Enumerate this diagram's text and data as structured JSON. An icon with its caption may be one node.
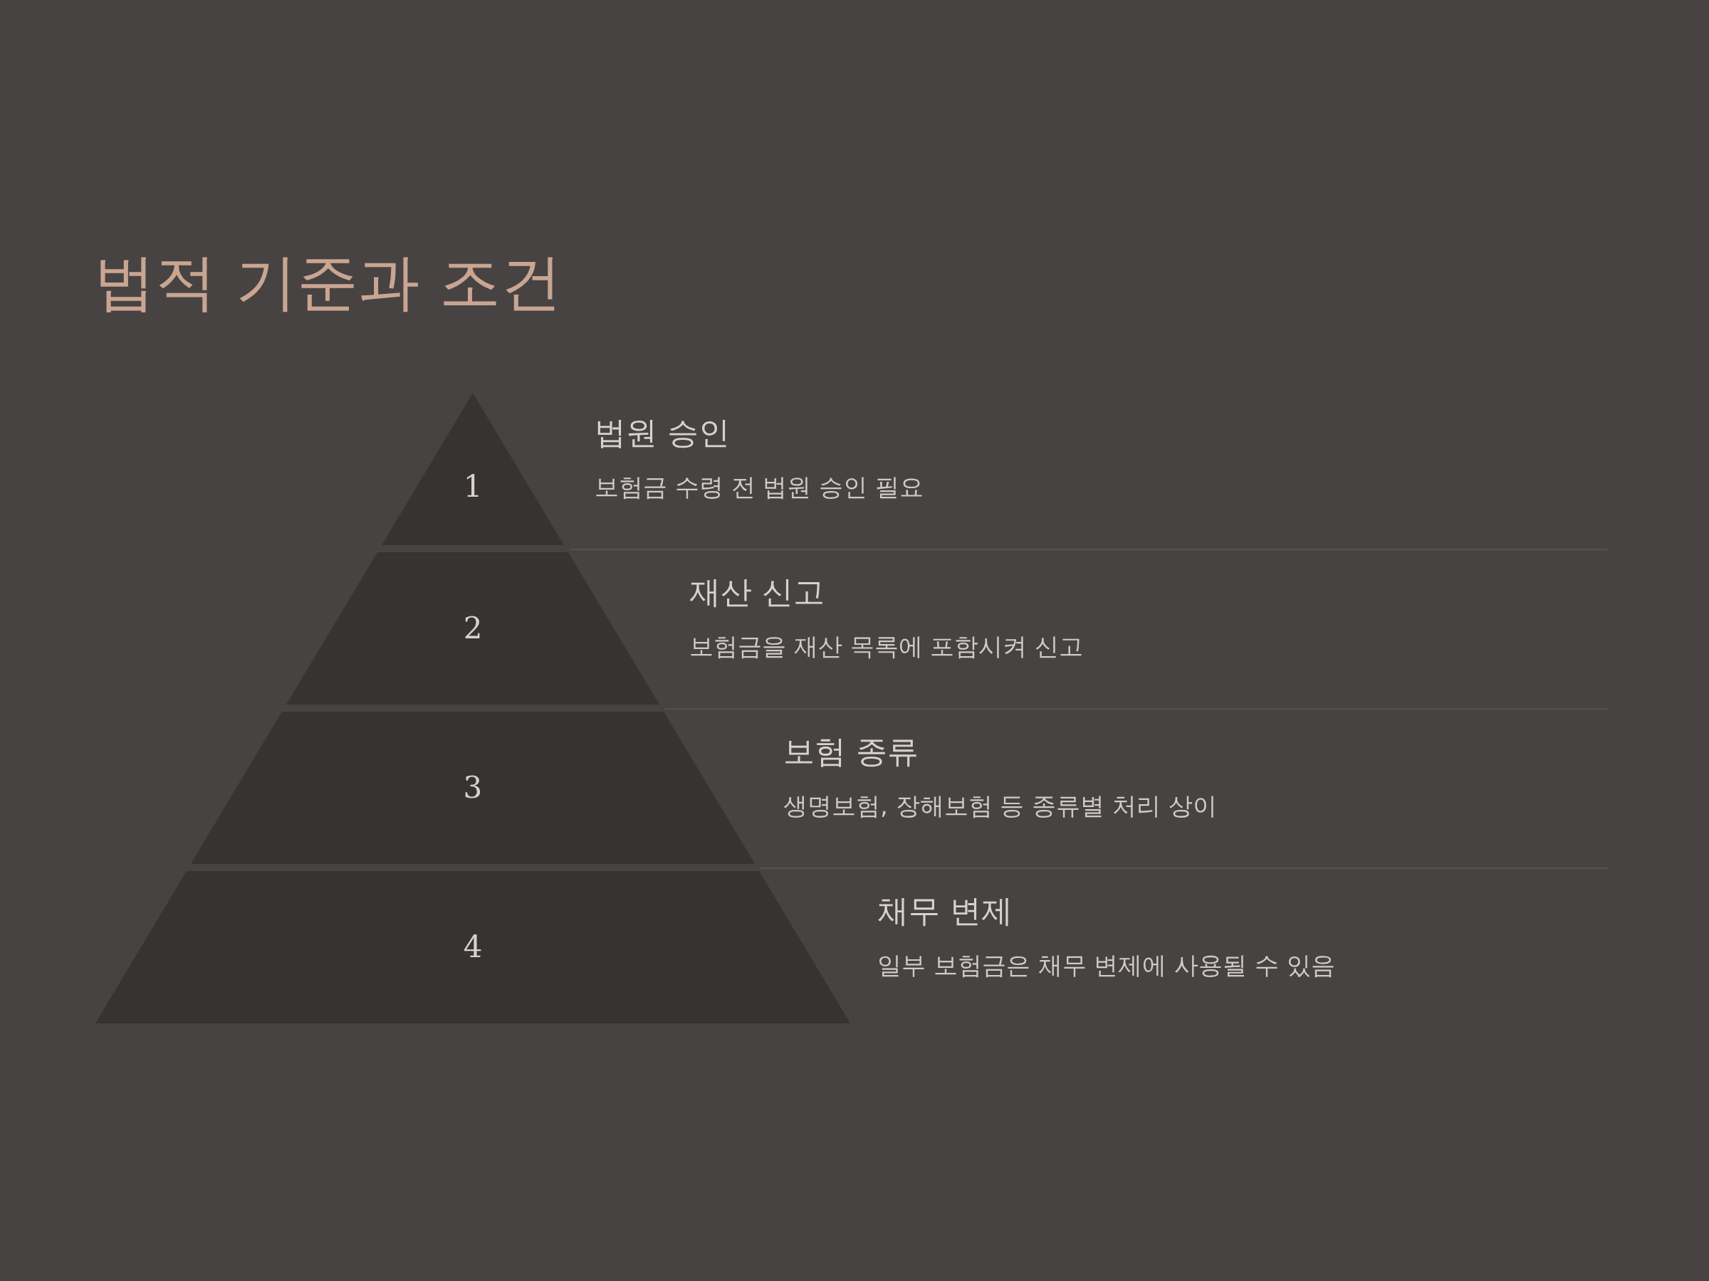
{
  "diagram": {
    "title": "법적 기준과 조건",
    "nodes": [
      {
        "text": [
          "1"
        ],
        "beside": [
          "법원 승인",
          "보험금 수령 전 법원 승인 필요"
        ]
      },
      {
        "text": [
          "2"
        ],
        "beside": [
          "재산 신고",
          "보험금을 재산 목록에 포함시켜 신고"
        ]
      },
      {
        "text": [
          "3"
        ],
        "beside": [
          "보험 종류",
          "생명보험, 장해보험 등 종류별 처리 상이"
        ]
      },
      {
        "text": [
          "4"
        ],
        "beside": [
          "채무 변제",
          "일부 보험금은 채무 변제에 사용될 수 있음"
        ]
      }
    ],
    "edges": []
  }
}
